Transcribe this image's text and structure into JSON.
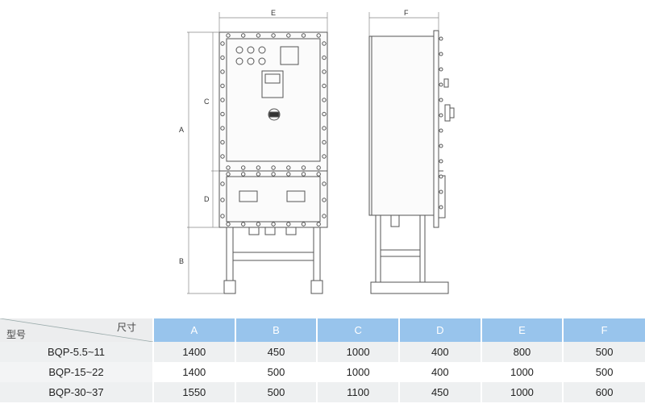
{
  "drawing": {
    "dimension_labels": {
      "A": "A",
      "B": "B",
      "C": "C",
      "D": "D",
      "E": "E",
      "F": "F"
    }
  },
  "table": {
    "header_corner": {
      "size_label": "尺寸",
      "model_label": "型号"
    },
    "columns": [
      "A",
      "B",
      "C",
      "D",
      "E",
      "F"
    ],
    "rows": [
      {
        "model": "BQP-5.5~11",
        "values": [
          "1400",
          "450",
          "1000",
          "400",
          "800",
          "500"
        ]
      },
      {
        "model": "BQP-15~22",
        "values": [
          "1400",
          "500",
          "1000",
          "400",
          "1000",
          "500"
        ]
      },
      {
        "model": "BQP-30~37",
        "values": [
          "1550",
          "500",
          "1100",
          "450",
          "1000",
          "600"
        ]
      }
    ]
  }
}
